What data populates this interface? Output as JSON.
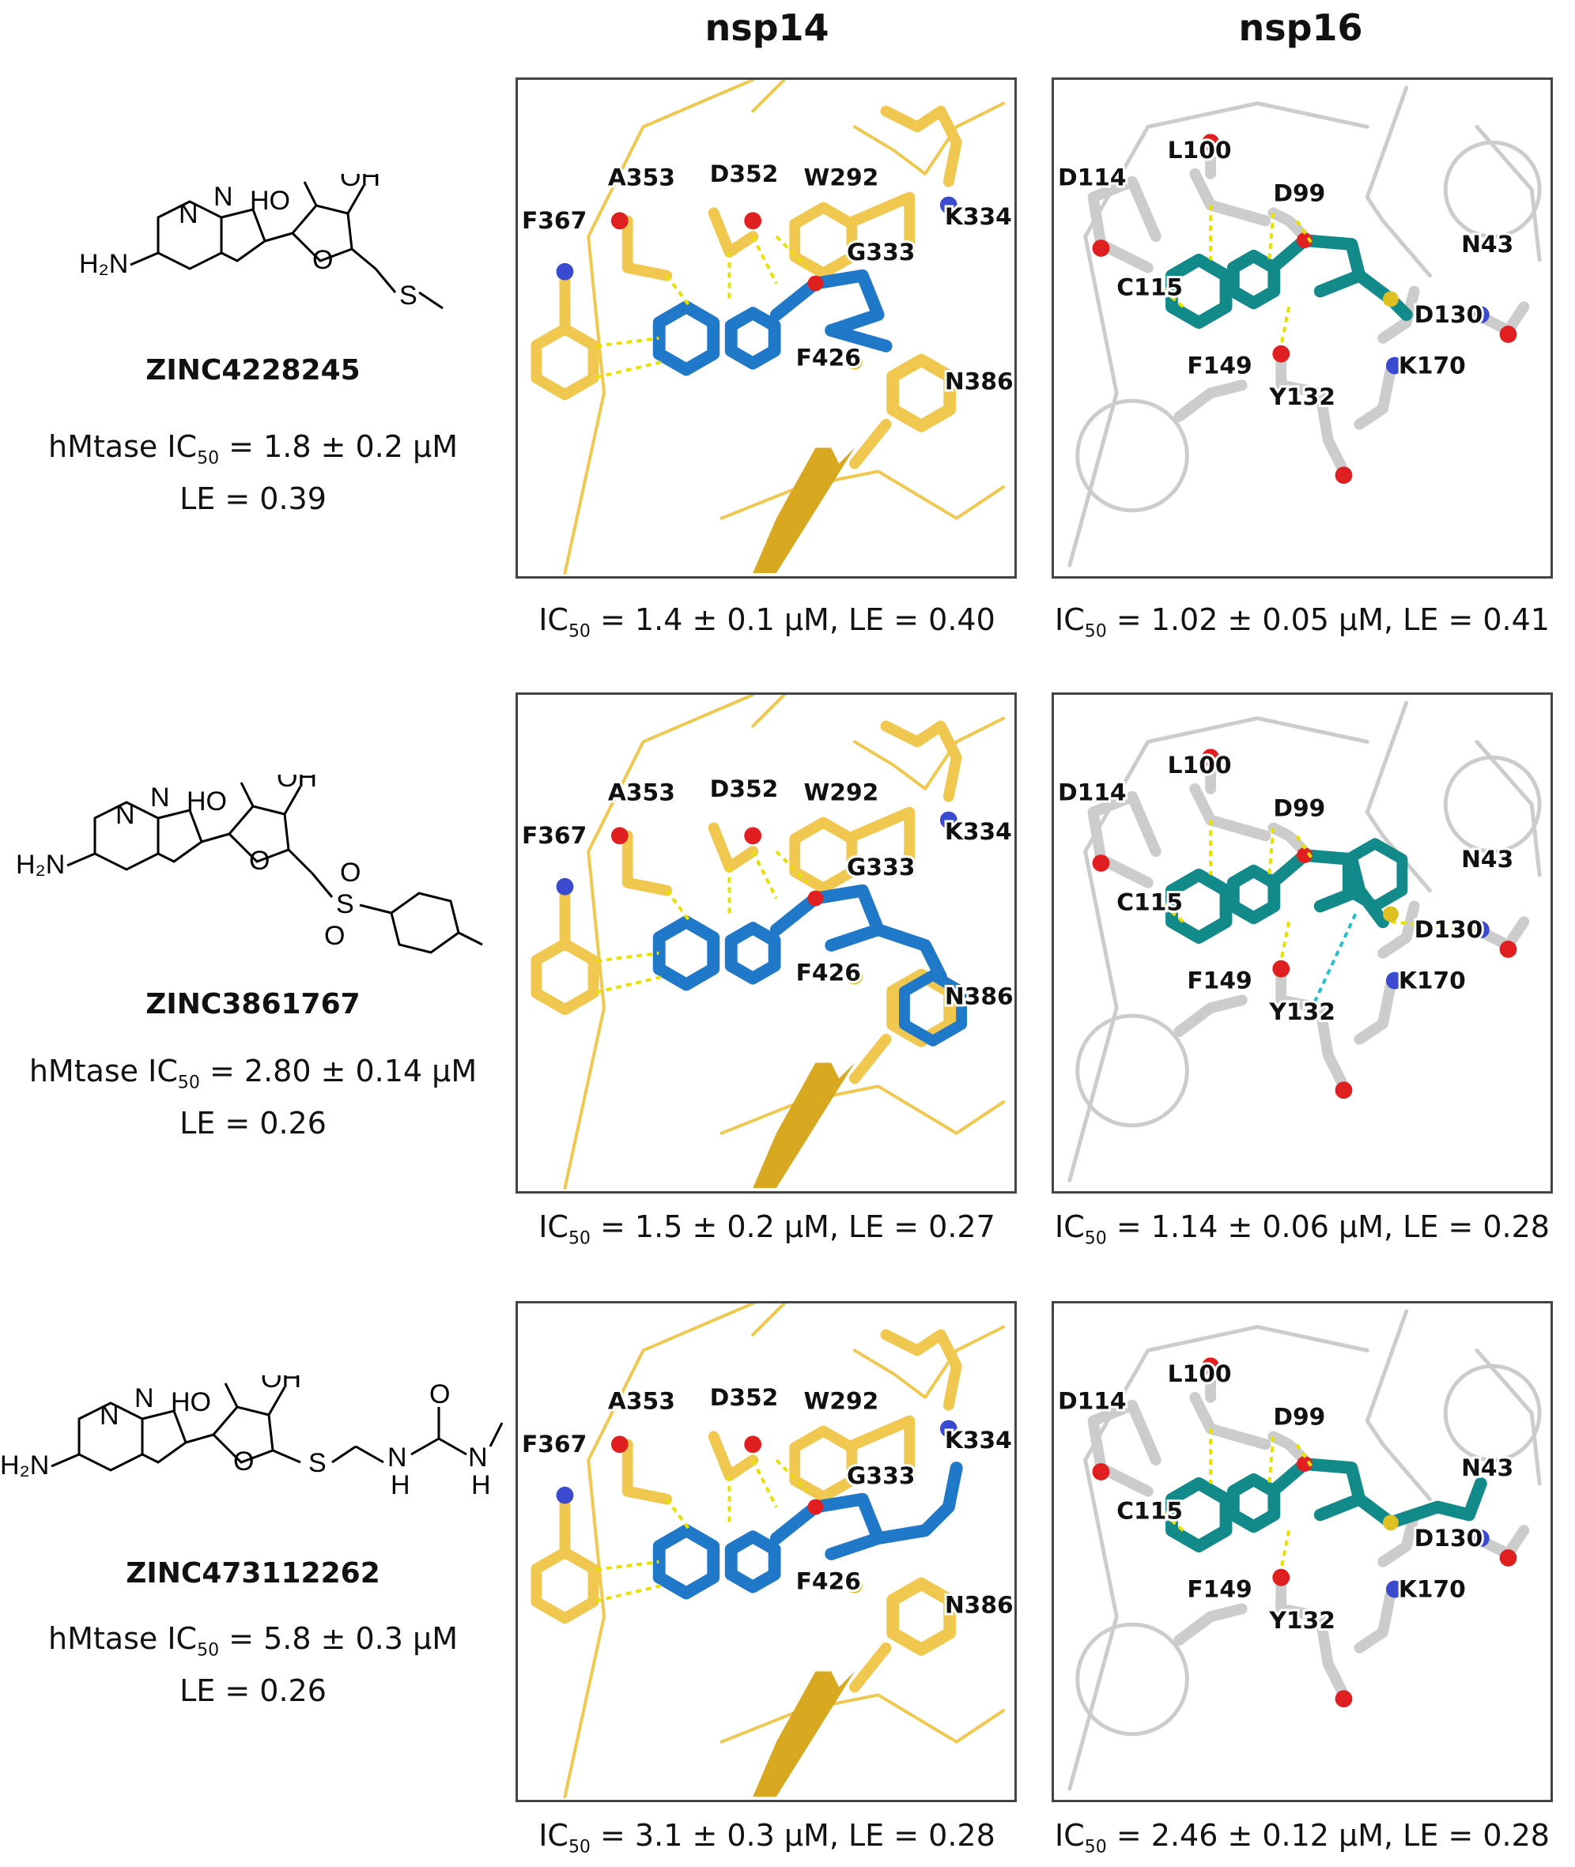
{
  "columns": [
    "nsp14",
    "nsp16"
  ],
  "compounds": [
    {
      "id": "ZINC4228245",
      "hmtase_prefix": "hMtase IC",
      "hmtase_value": " = 1.8 ± 0.2 μM",
      "le": "LE = 0.39",
      "nsp14_caption": " = 1.4 ± 0.1 μM, LE = 0.40",
      "nsp16_caption": " = 1.02 ± 0.05 μM, LE = 0.41"
    },
    {
      "id": "ZINC3861767",
      "hmtase_prefix": "hMtase IC",
      "hmtase_value": " = 2.80 ± 0.14 μM",
      "le": "LE = 0.26",
      "nsp14_caption": " = 1.5 ± 0.2 μM, LE = 0.27",
      "nsp16_caption": " = 1.14 ± 0.06 μM, LE = 0.28"
    },
    {
      "id": "ZINC473112262",
      "hmtase_prefix": "hMtase IC",
      "hmtase_value": " = 5.8 ± 0.3 μM",
      "le": "LE = 0.26",
      "nsp14_caption": " = 3.1 ± 0.3 μM, LE = 0.28",
      "nsp16_caption": " = 2.46 ± 0.12 μM, LE = 0.28"
    }
  ],
  "ic_label": "IC",
  "sub50": "50",
  "nsp14_residues": [
    "A353",
    "D352",
    "W292",
    "K334",
    "F367",
    "G333",
    "F426",
    "N386"
  ],
  "nsp16_residues": [
    "L100",
    "D114",
    "D99",
    "N43",
    "C115",
    "D130",
    "F149",
    "K170",
    "Y132"
  ],
  "atoms": {
    "n": "N",
    "oh": "OH",
    "ho": "HO",
    "h2n": "H₂N",
    "o": "O",
    "s": "S",
    "h": "H"
  },
  "colors": {
    "nsp14_protein": "#f0c850",
    "nsp14_ligand": "#1f78c8",
    "nsp16_protein": "#cccccc",
    "nsp16_ligand": "#138a8a",
    "nitrogen": "#3a4bd0",
    "oxygen": "#e02020",
    "sulfur": "#e0c020",
    "hbond": "#e8e000"
  }
}
